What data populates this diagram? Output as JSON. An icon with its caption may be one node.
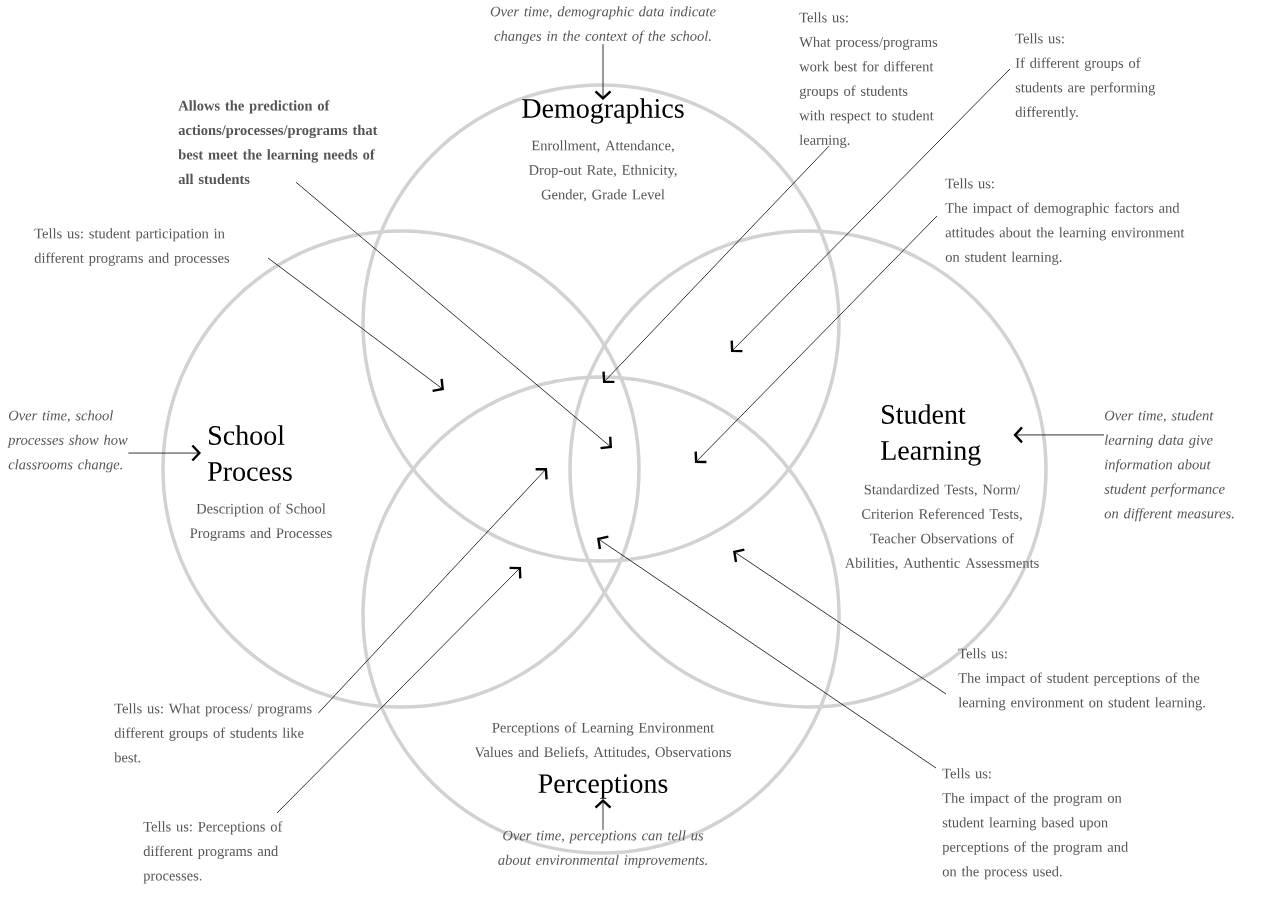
{
  "diagram": {
    "nodes": [
      {
        "text": [
          "Over time, demographic data indicate changes in the context of the school."
        ]
      },
      {
        "text": [
          "Demographics",
          "Enrollment, Attendance, Drop-out Rate, Ethnicity, Gender, Grade Level"
        ]
      },
      {
        "text": [
          "Tells us:",
          "What process/programs work best for different groups of students with respect to student learning."
        ]
      },
      {
        "text": [
          "Tells us:",
          "If different groups of students are performing differently."
        ]
      },
      {
        "text": [
          "Allows the prediction of actions/processes/programs that best meet the learning needs of all students"
        ]
      },
      {
        "text": [
          "Tells us:",
          "The impact of demographic factors and attitudes about the learning environment on student learning."
        ]
      },
      {
        "text": [
          "Tells us: student participation in different programs and processes"
        ]
      },
      {
        "text": [
          "Over time, school processes show how classrooms change."
        ]
      },
      {
        "text": [
          "School Process",
          "Description of School Programs and Processes"
        ]
      },
      {
        "text": [
          "Student Learning",
          "Standardized Tests, Norm/ Criterion Referenced Tests, Teacher Observations of Abilities, Authentic Assessments"
        ]
      },
      {
        "text": [
          "Over time, student learning data give information about student performance on different measures."
        ]
      },
      {
        "text": [
          "Perceptions of Learning Environment Values and Beliefs, Attitudes, Observations",
          "Perceptions"
        ]
      },
      {
        "text": [
          "Tells us:",
          "The impact of student perceptions of the learning environment on student learning."
        ]
      },
      {
        "text": [
          "Tells us: What process/ programs different groups of students like best."
        ]
      },
      {
        "text": [
          "Tells us:",
          "The impact of the program on student learning based upon perceptions of the program and on the process used."
        ]
      },
      {
        "text": [
          "Tells us: Perceptions of different programs and processes."
        ]
      },
      {
        "text": [
          "Over time, perceptions can tell us about environmental improvements."
        ]
      }
    ],
    "edges": [
      {
        "from": 0,
        "to": 1,
        "arrow": "to"
      },
      {
        "from": 2,
        "to": null,
        "arrow": "to"
      },
      {
        "from": 3,
        "to": null,
        "arrow": "to"
      },
      {
        "from": 4,
        "to": null,
        "arrow": "to"
      },
      {
        "from": 5,
        "to": null,
        "arrow": "to"
      },
      {
        "from": 6,
        "to": null,
        "arrow": "to"
      },
      {
        "from": 7,
        "to": 8,
        "arrow": "to"
      },
      {
        "from": 10,
        "to": 9,
        "arrow": "to"
      },
      {
        "from": 12,
        "to": null,
        "arrow": "to"
      },
      {
        "from": 13,
        "to": null,
        "arrow": "to"
      },
      {
        "from": 14,
        "to": null,
        "arrow": "to"
      },
      {
        "from": 15,
        "to": null,
        "arrow": "to"
      },
      {
        "from": 16,
        "to": 11,
        "arrow": "to"
      }
    ]
  }
}
